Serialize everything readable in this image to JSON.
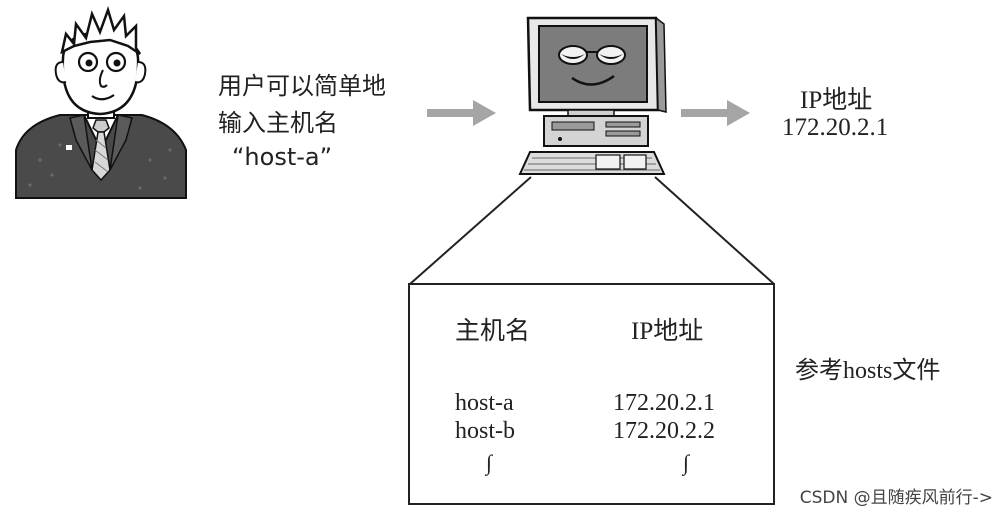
{
  "user": {
    "line1": "用户可以简单地",
    "line2": "输入主机名",
    "hostname_example": "“host-a”"
  },
  "result": {
    "ip_label": "IP地址",
    "ip_value": "172.20.2.1"
  },
  "hosts_table": {
    "headers": {
      "hostname": "主机名",
      "ip": "IP地址"
    },
    "rows": [
      {
        "hostname": "host-a",
        "ip": "172.20.2.1"
      },
      {
        "hostname": "host-b",
        "ip": "172.20.2.2"
      }
    ],
    "ellipsis": "∫"
  },
  "hosts_file_label": "参考hosts文件",
  "watermark": "CSDN @且随疾风前行->",
  "colors": {
    "arrow": "#a5a5a5",
    "suit": "#4a4a4a",
    "screen": "#7c7c7c",
    "line": "#222222"
  },
  "icons": [
    "person-icon",
    "computer-icon",
    "arrow-right-icon"
  ]
}
